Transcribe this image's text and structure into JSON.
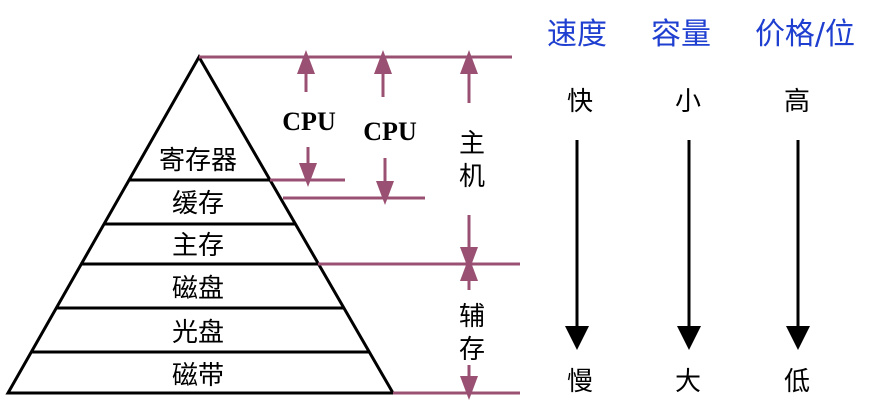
{
  "colors": {
    "accent": "#9a5072",
    "header": "#1f3fd0"
  },
  "pyramid": {
    "levels": [
      "寄存器",
      "缓存",
      "主存",
      "磁盘",
      "光盘",
      "磁带"
    ]
  },
  "brackets": {
    "cpu1": "CPU",
    "cpu2": "CPU",
    "host": [
      "主",
      "机"
    ],
    "aux": [
      "辅",
      "存"
    ]
  },
  "columns": [
    {
      "header": "速度",
      "top": "快",
      "bottom": "慢"
    },
    {
      "header": "容量",
      "top": "小",
      "bottom": "大"
    },
    {
      "header": "价格/位",
      "top": "高",
      "bottom": "低"
    }
  ]
}
